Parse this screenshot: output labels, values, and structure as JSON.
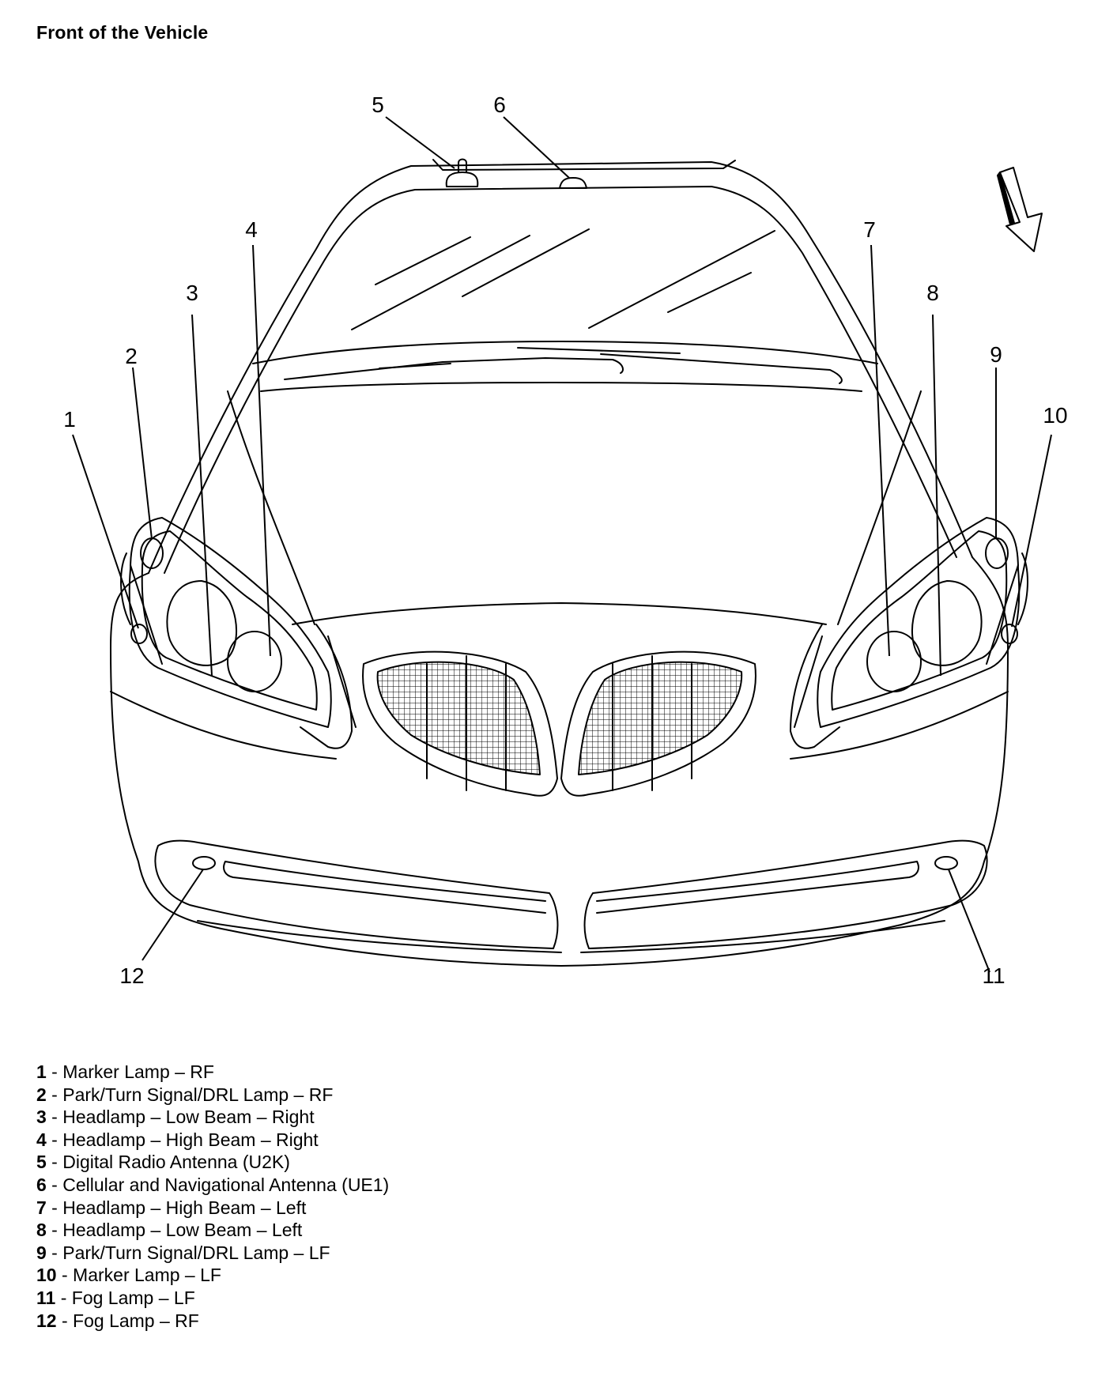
{
  "title": "Front of the Vehicle",
  "callouts": [
    "1",
    "2",
    "3",
    "4",
    "5",
    "6",
    "7",
    "8",
    "9",
    "10",
    "11",
    "12"
  ],
  "legend": [
    {
      "num": "1",
      "text": "Marker Lamp – RF"
    },
    {
      "num": "2",
      "text": "Park/Turn Signal/DRL Lamp – RF"
    },
    {
      "num": "3",
      "text": "Headlamp – Low Beam – Right"
    },
    {
      "num": "4",
      "text": "Headlamp – High Beam – Right"
    },
    {
      "num": "5",
      "text": "Digital Radio Antenna (U2K)"
    },
    {
      "num": "6",
      "text": "Cellular and Navigational Antenna (UE1)"
    },
    {
      "num": "7",
      "text": "Headlamp – High Beam – Left"
    },
    {
      "num": "8",
      "text": "Headlamp – Low Beam – Left"
    },
    {
      "num": "9",
      "text": "Park/Turn Signal/DRL Lamp – LF"
    },
    {
      "num": "10",
      "text": "Marker Lamp – LF"
    },
    {
      "num": "11",
      "text": "Fog Lamp – LF"
    },
    {
      "num": "12",
      "text": "Fog Lamp – RF"
    }
  ],
  "icons": {
    "direction": "front-direction-arrow-icon"
  }
}
